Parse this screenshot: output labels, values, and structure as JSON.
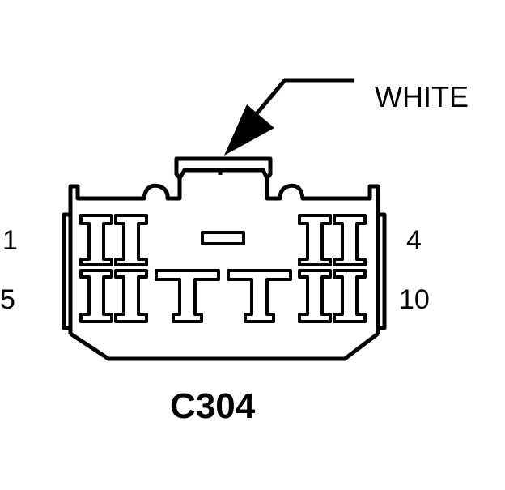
{
  "diagram": {
    "color_label": "WHITE",
    "connector_id": "C304",
    "pin_labels": {
      "top_left": "1",
      "top_right": "4",
      "bottom_left": "5",
      "bottom_right": "10"
    },
    "colors": {
      "stroke": "#000000",
      "fill": "#ffffff"
    }
  }
}
